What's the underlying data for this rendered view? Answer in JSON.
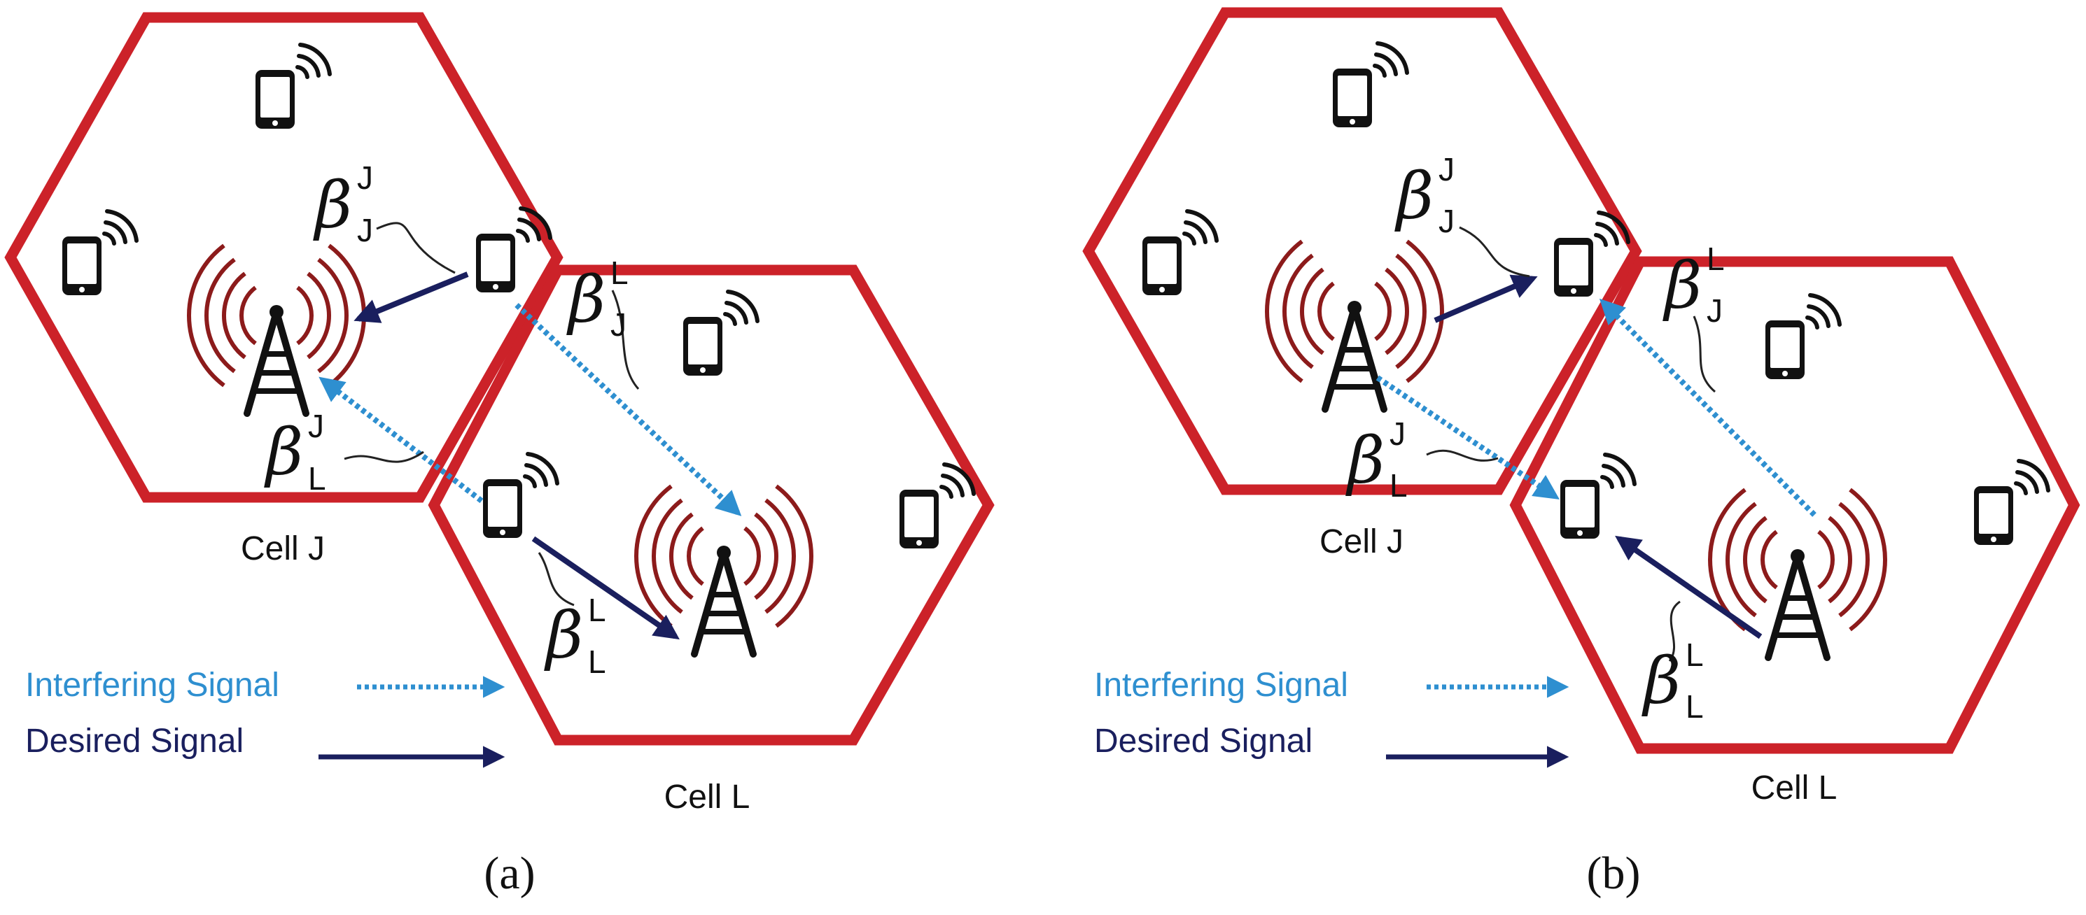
{
  "colors": {
    "cell_border": "#cc2229",
    "desired": "#1a1f5e",
    "interfering": "#2e8fd0",
    "tower_rings": "#8c1b1b",
    "black": "#000000"
  },
  "icons": {
    "phone": "smartphone-with-signal-icon",
    "base_station": "radio-tower-icon"
  },
  "panel_a": {
    "caption": "(a)",
    "cell_j_label": "Cell J",
    "cell_l_label": "Cell L",
    "legend_interfering": "Interfering Signal",
    "legend_desired": "Desired Signal",
    "beta_symbol": "β",
    "label_jj": {
      "sup": "J",
      "sub": "J"
    },
    "label_jl": {
      "sup": "L",
      "sub": "J"
    },
    "label_lj": {
      "sup": "J",
      "sub": "L"
    },
    "label_ll": {
      "sup": "L",
      "sub": "L"
    }
  },
  "panel_b": {
    "caption": "(b)",
    "cell_j_label": "Cell J",
    "cell_l_label": "Cell L",
    "legend_interfering": "Interfering Signal",
    "legend_desired": "Desired Signal",
    "beta_symbol": "β",
    "label_jj": {
      "sup": "J",
      "sub": "J"
    },
    "label_jl": {
      "sup": "L",
      "sub": "J"
    },
    "label_lj": {
      "sup": "J",
      "sub": "L"
    },
    "label_ll": {
      "sup": "L",
      "sub": "L"
    }
  }
}
